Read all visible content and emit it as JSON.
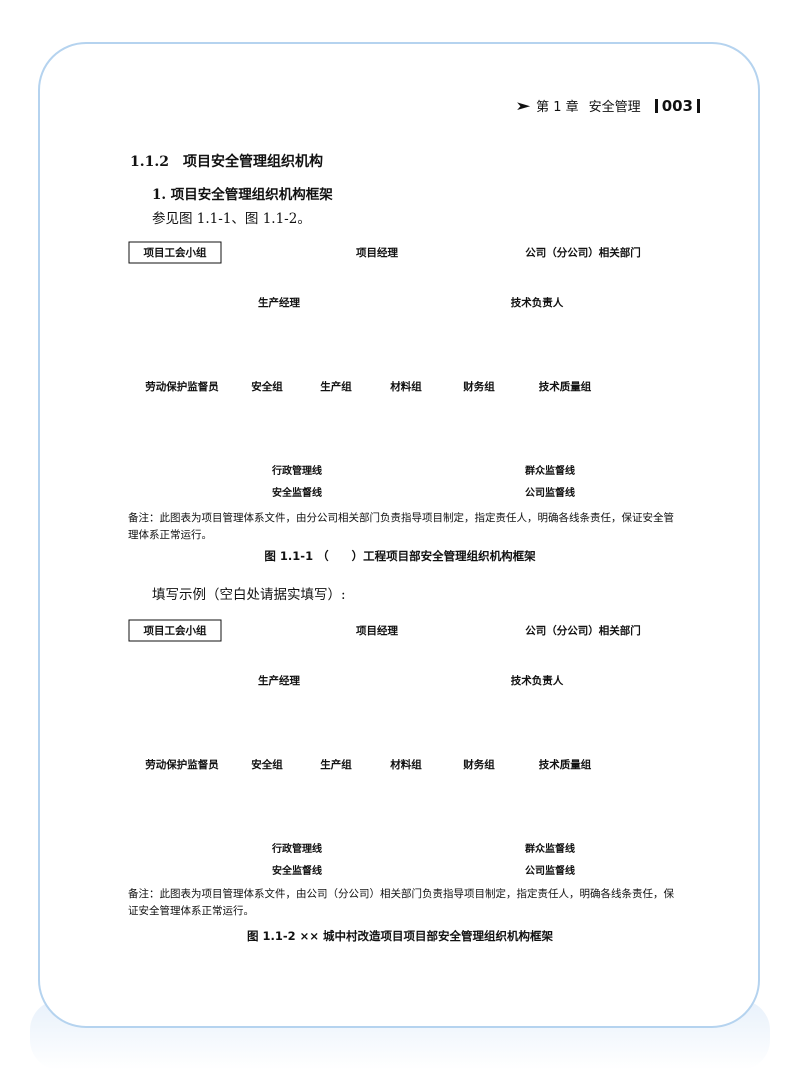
{
  "header": {
    "chapter": "第 1 章",
    "section": "安全管理",
    "page_number": "003"
  },
  "section": {
    "number": "1.1.2",
    "title": "项目安全管理组织机构"
  },
  "subsection": {
    "title": "1. 项目安全管理组织机构框架"
  },
  "intro_text": "参见图 1.1-1、图 1.1-2。",
  "example_intro": "填写示例（空白处请据实填写）:",
  "chart": {
    "nodes": {
      "union_group": "项目工会小组",
      "project_manager": "项目经理",
      "company_dept": "公司（分公司）相关部门",
      "production_manager": "生产经理",
      "tech_lead": "技术负责人",
      "labor_inspector": "劳动保护监督员",
      "safety_group": "安全组",
      "production_group": "生产组",
      "materials_group": "材料组",
      "finance_group": "财务组",
      "tech_quality_group": "技术质量组"
    },
    "legend": {
      "admin_line": "行政管理线",
      "safety_line": "安全监督线",
      "mass_line": "群众监督线",
      "company_line": "公司监督线"
    }
  },
  "figure1": {
    "note": "备注：此图表为项目管理体系文件，由分公司相关部门负责指导项目制定，指定责任人，明确各线条责任，保证安全管理体系正常运行。",
    "caption": "图 1.1-1 （　　）工程项目部安全管理组织机构框架"
  },
  "figure2": {
    "note": "备注：此图表为项目管理体系文件，由公司（分公司）相关部门负责指导项目制定，指定责任人，明确各线条责任，保证安全管理体系正常运行。",
    "caption": "图 1.1-2 ×× 城中村改造项目项目部安全管理组织机构框架"
  },
  "colors": {
    "frame_border": "#b5d3ef",
    "text": "#111111"
  }
}
